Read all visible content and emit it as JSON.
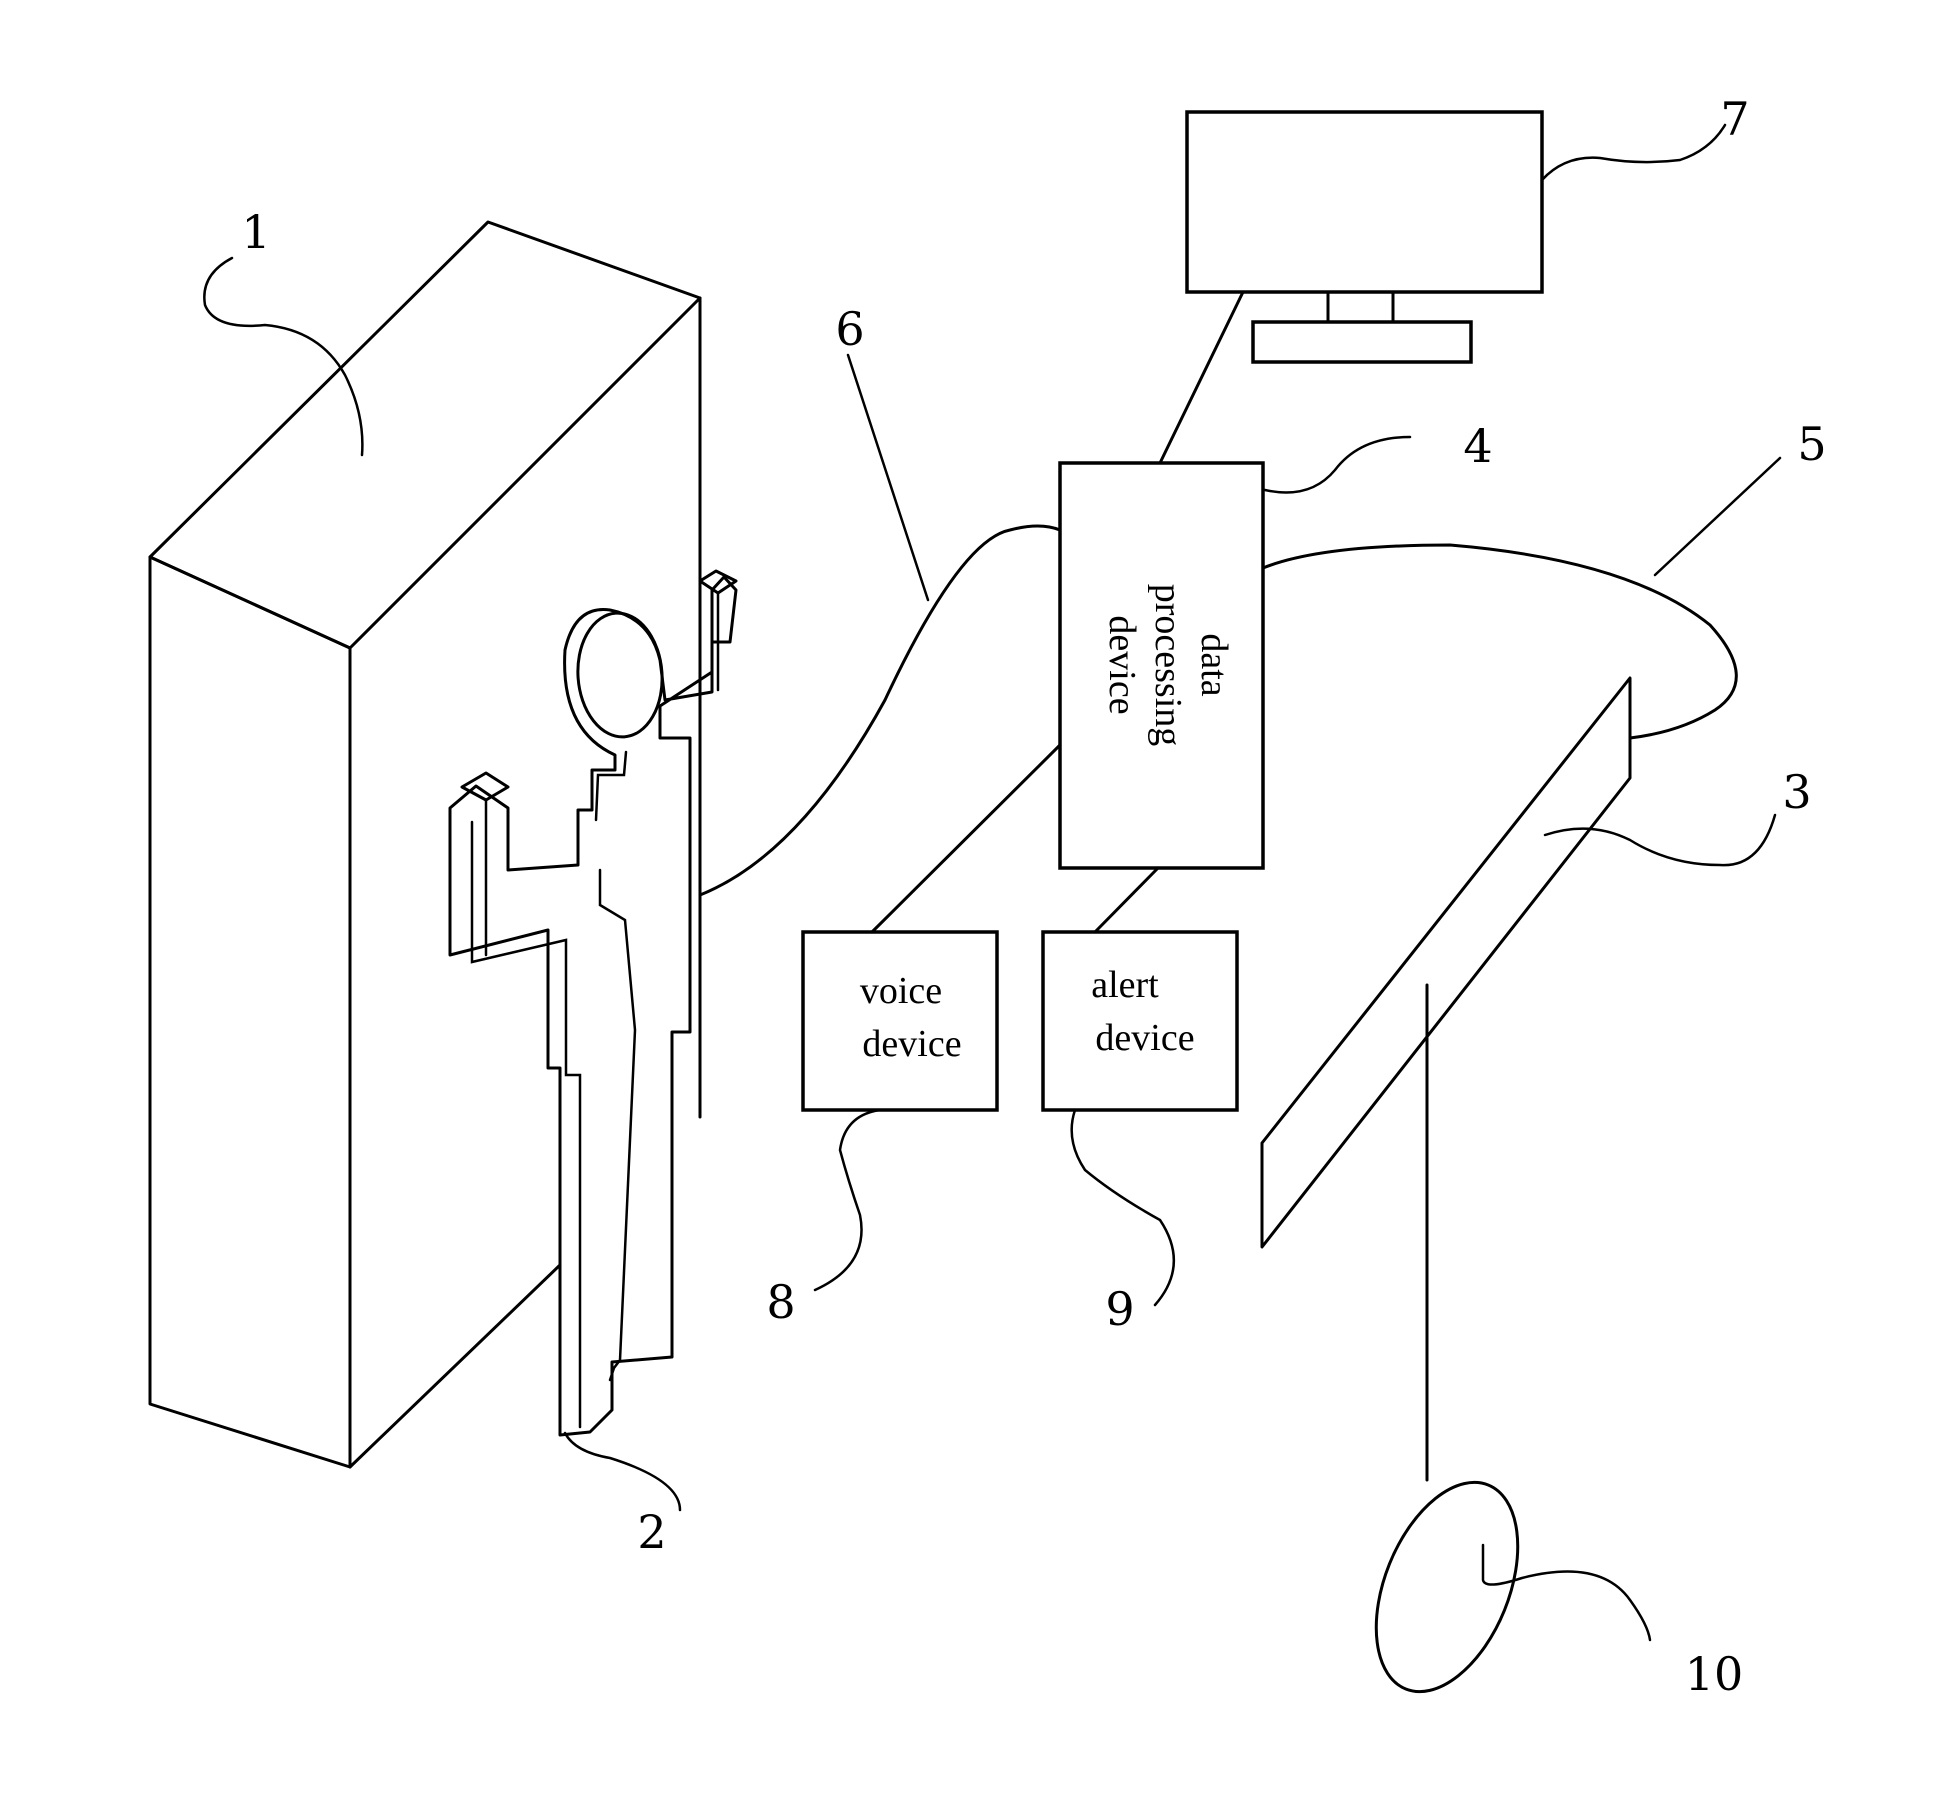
{
  "diagram": {
    "reference_numerals": [
      "1",
      "2",
      "3",
      "4",
      "5",
      "6",
      "7",
      "8",
      "9",
      "10"
    ],
    "box_labels": {
      "data_processing": [
        "data",
        "processing",
        "device"
      ],
      "voice": [
        "voice",
        "device"
      ],
      "alert": [
        "alert",
        "device"
      ]
    }
  }
}
